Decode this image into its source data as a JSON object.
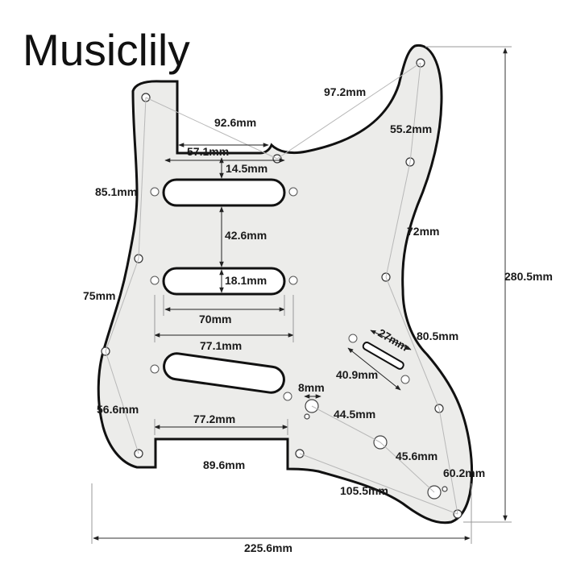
{
  "brand": "Musiclily",
  "colors": {
    "guard_fill": "#ececea",
    "guard_border": "#111111",
    "dim_line": "#b0b0b0",
    "outline_dim": "#6b6b6b",
    "hole_fill": "#ffffff"
  },
  "labels": {
    "d97_2": "97.2mm",
    "d92_6": "92.6mm",
    "d55_2": "55.2mm",
    "d57_1": "57.1mm",
    "d14_5": "14.5mm",
    "d85_1": "85.1mm",
    "d42_6": "42.6mm",
    "d72": "72mm",
    "d18_1": "18.1mm",
    "d75": "75mm",
    "d280_5": "280.5mm",
    "d70": "70mm",
    "d27": "27mm",
    "d80_5": "80.5mm",
    "d77_1": "77.1mm",
    "d40_9": "40.9mm",
    "d8": "8mm",
    "d56_6": "56.6mm",
    "d44_5": "44.5mm",
    "d77_2": "77.2mm",
    "d45_6": "45.6mm",
    "d89_6": "89.6mm",
    "d60_2": "60.2mm",
    "d105_5": "105.5mm",
    "d225_6": "225.6mm"
  }
}
